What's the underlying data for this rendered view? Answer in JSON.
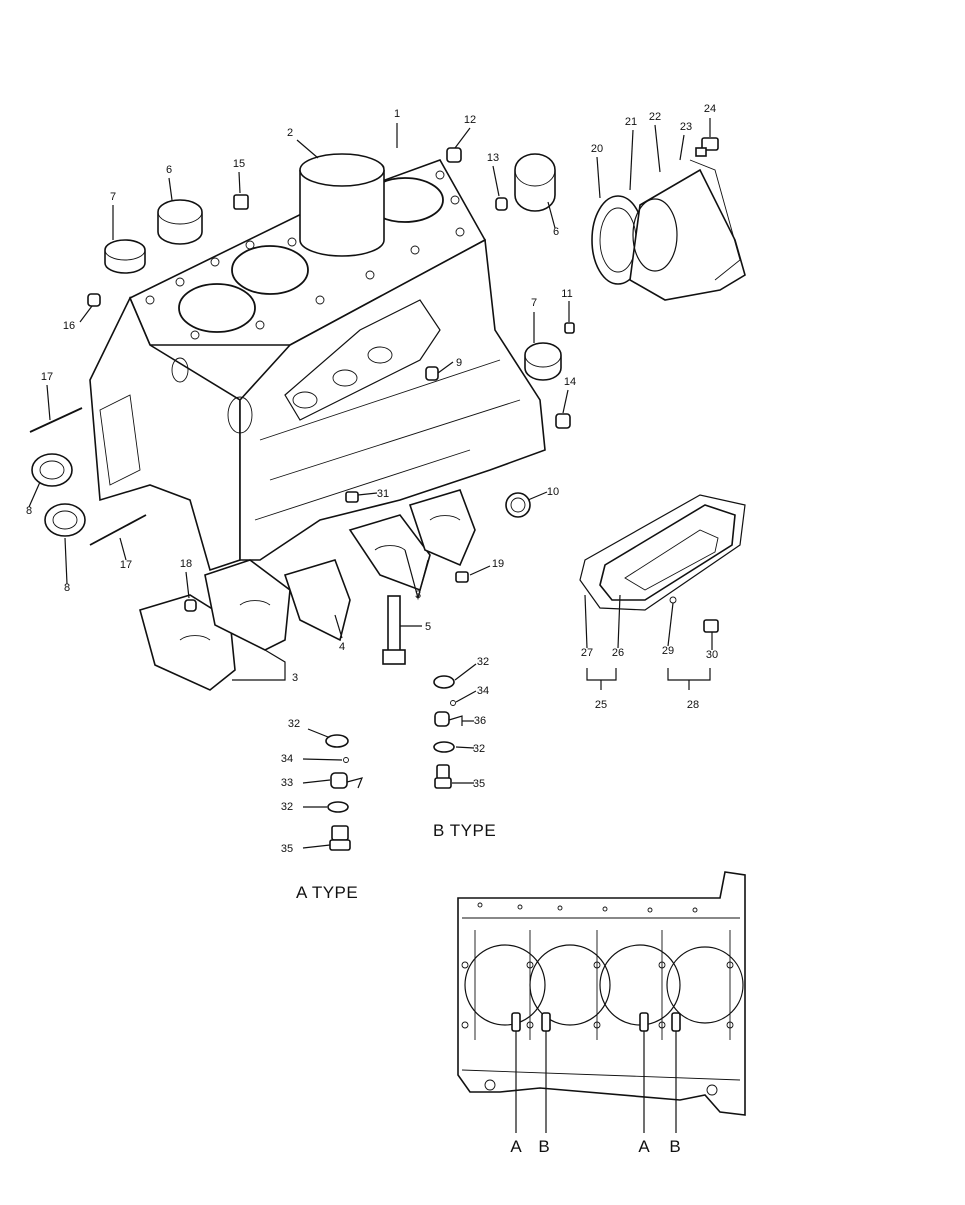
{
  "callouts": [
    "1",
    "2",
    "3",
    "3",
    "4",
    "5",
    "6",
    "6",
    "7",
    "7",
    "8",
    "8",
    "9",
    "10",
    "11",
    "12",
    "13",
    "14",
    "15",
    "16",
    "17",
    "17",
    "18",
    "19",
    "20",
    "21",
    "22",
    "23",
    "24",
    "25",
    "26",
    "27",
    "28",
    "29",
    "30",
    "31",
    "32",
    "32",
    "32",
    "32",
    "33",
    "34",
    "34",
    "35",
    "35",
    "36"
  ],
  "type_labels": {
    "a_type": "A TYPE",
    "b_type": "B TYPE"
  },
  "bottom_view_labels": [
    "A",
    "B",
    "A",
    "B"
  ]
}
